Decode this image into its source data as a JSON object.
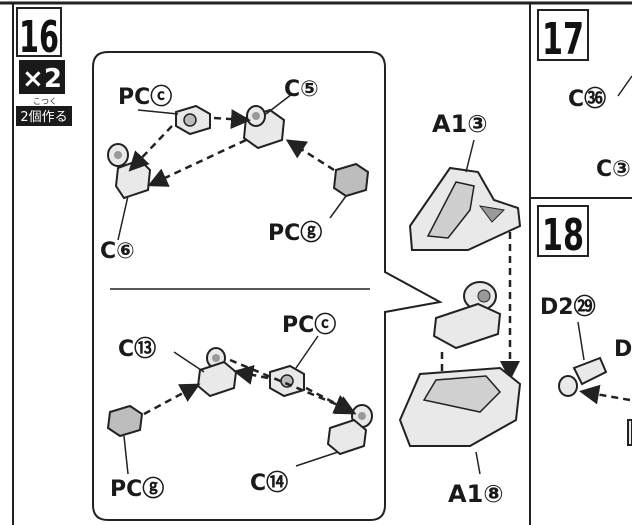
{
  "step16": {
    "number": "16",
    "quantity": "×2",
    "ruby": "こつく",
    "note": "2個作る",
    "upper": {
      "pc_c": "PCⓒ",
      "c5": "C⑤",
      "c6": "C⑥",
      "pc_g": "PCⓖ"
    },
    "lower": {
      "c13": "C⑬",
      "pc_c": "PCⓒ",
      "pc_g": "PCⓖ",
      "c14": "C⑭"
    },
    "a1_3": "A1③",
    "a1_8": "A1⑧"
  },
  "step17": {
    "number": "17",
    "c36": "C㊱",
    "c_cut": "C③"
  },
  "step18": {
    "number": "18",
    "d2_31": "D2㉙",
    "d_cut": "D"
  }
}
